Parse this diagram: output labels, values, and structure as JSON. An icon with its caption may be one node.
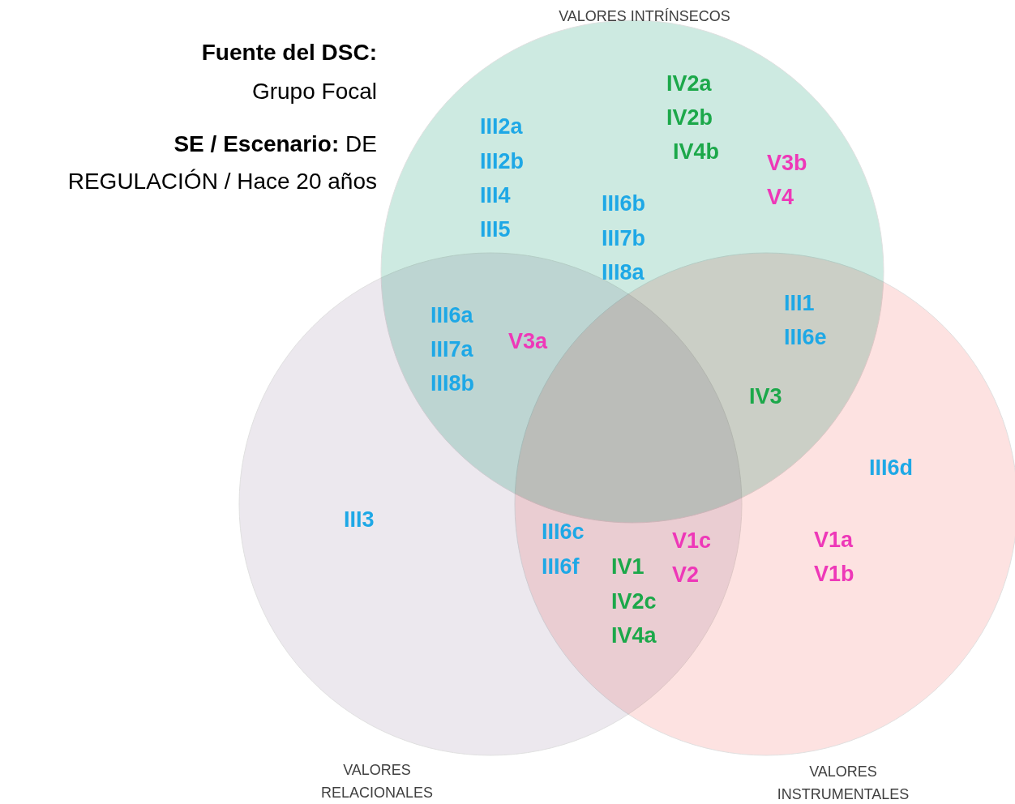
{
  "diagram": {
    "nodes": [
      {
        "text": [
          "VALORES INTRÍNSECOS"
        ]
      },
      {
        "text": [
          "VALORES RELACIONALES"
        ]
      },
      {
        "text": [
          "VALORES INSTRUMENTALES"
        ]
      }
    ],
    "labels": [
      "Fuente del DSC:",
      "Grupo Focal",
      "**SE / Escenario:** DE REGULACIÓN / Hace 20 años",
      "IV2a",
      "IV2b",
      "IV4b",
      "III2a",
      "III2b",
      "V3b",
      "III4",
      "III6b",
      "V4",
      "III5",
      "III7b",
      "III8a",
      "III1",
      "III6a",
      "III6e",
      "III7a",
      "V3a",
      "III8b",
      "IV3",
      "III6d",
      "III3",
      "III6c",
      "V1c",
      "V1a",
      "III6f",
      "IV1",
      "V2",
      "V1b",
      "IV2c",
      "IV4a"
    ]
  }
}
